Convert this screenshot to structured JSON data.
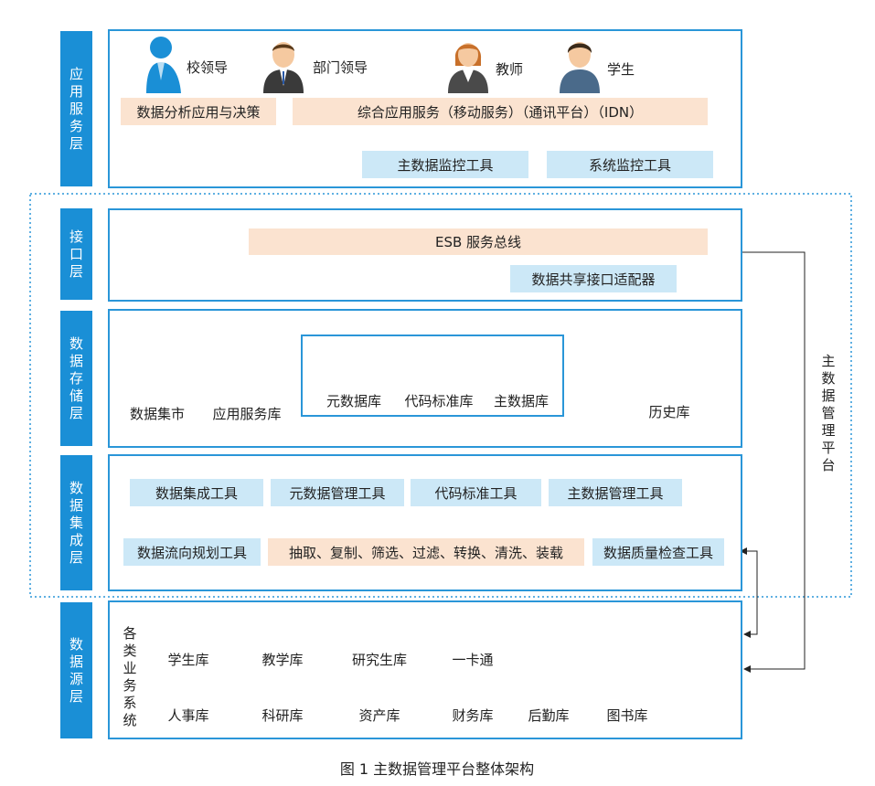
{
  "layers": {
    "app": "应用服务层",
    "interface": "接口层",
    "storage": "数据存储层",
    "integration": "数据集成层",
    "source": "数据源层"
  },
  "app": {
    "roles": [
      "校领导",
      "部门领导",
      "教师",
      "学生"
    ],
    "analysis": "数据分析应用与决策",
    "comprehensive": "综合应用服务（移动服务）（通讯平台）（IDN）",
    "master_monitor": "主数据监控工具",
    "system_monitor": "系统监控工具"
  },
  "interface": {
    "esb": "ESB 服务总线",
    "adapter": "数据共享接口适配器"
  },
  "storage": {
    "mart": "数据集市",
    "app_db": "应用服务库",
    "meta_db": "元数据库",
    "code_db": "代码标准库",
    "master_db": "主数据库",
    "history_db": "历史库"
  },
  "integration": {
    "tools_row1": [
      "数据集成工具",
      "元数据管理工具",
      "代码标准工具",
      "主数据管理工具"
    ],
    "flow_tool": "数据流向规划工具",
    "process": "抽取、复制、筛选、过滤、转换、清洗、装载",
    "quality_tool": "数据质量检查工具"
  },
  "source": {
    "group_label": "各类业务系统",
    "row1": [
      "学生库",
      "教学库",
      "研究生库",
      "一卡通"
    ],
    "row2": [
      "人事库",
      "科研库",
      "资产库",
      "财务库",
      "后勤库",
      "图书库"
    ]
  },
  "platform_label": "主数据管理平台",
  "caption": "图 1  主数据管理平台整体架构",
  "colors": {
    "layer_blue": "#1a8fd6",
    "panel_border": "#2a96d8",
    "box_blue": "#cce8f7",
    "box_peach": "#fbe3d0",
    "cylinder": "#f0a870"
  }
}
